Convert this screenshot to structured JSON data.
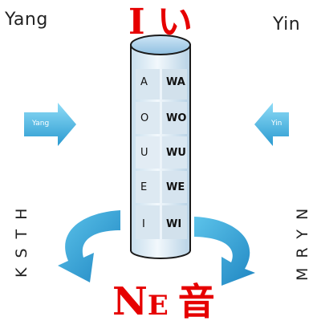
{
  "labels": {
    "yang_top": "Yang",
    "yin_top": "Yin",
    "yang_arrow": "Yang",
    "yin_arrow": "Yin",
    "left_vertical": "KSTH",
    "right_vertical": "MRYN",
    "top_red": "I い",
    "bottom_red_main": "N",
    "bottom_red_small": "E",
    "bottom_red_kanji": "音"
  },
  "cylinder": {
    "rows": [
      {
        "left": "A",
        "right": "WA"
      },
      {
        "left": "O",
        "right": "WO"
      },
      {
        "left": "U",
        "right": "WU"
      },
      {
        "left": "E",
        "right": "WE"
      },
      {
        "left": "I",
        "right": "WI"
      }
    ]
  },
  "colors": {
    "accent_red": "#e60000",
    "arrow_blue_light": "#7fd0f0",
    "arrow_blue_dark": "#2b9fd4",
    "cylinder_top": "#9cc9e8",
    "cylinder_body": "#e6f1f8",
    "cylinder_cell": "#d5e3ee"
  }
}
